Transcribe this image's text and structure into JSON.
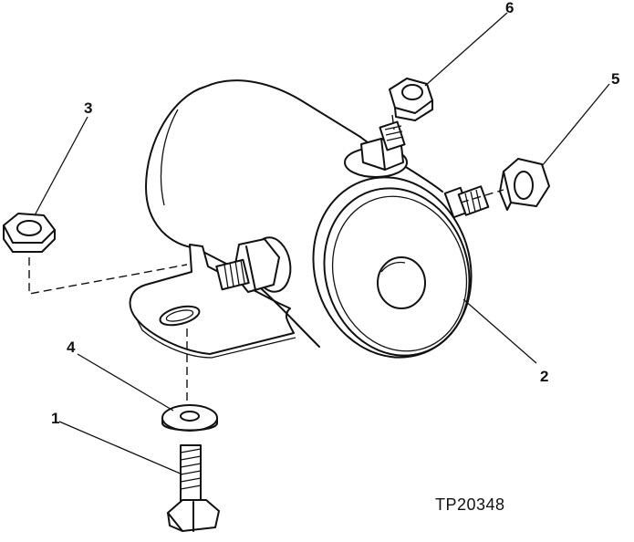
{
  "callouts": [
    {
      "id": "1",
      "part": "cap screw"
    },
    {
      "id": "2",
      "part": "solenoid"
    },
    {
      "id": "3",
      "part": "nut"
    },
    {
      "id": "4",
      "part": "washer"
    },
    {
      "id": "5",
      "part": "nut"
    },
    {
      "id": "6",
      "part": "nut"
    }
  ],
  "figure_id": "TP20348",
  "colors": {
    "ink": "#111111",
    "paper": "#ffffff"
  }
}
